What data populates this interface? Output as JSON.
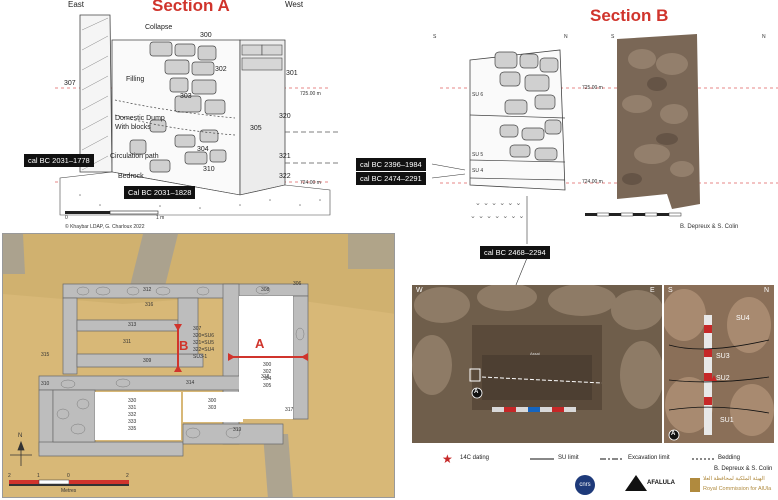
{
  "section_a": {
    "title": "Section A",
    "east": "East",
    "west": "West",
    "collapse": "Collapse",
    "filling": "Filling",
    "domestic_dump": "Domestic Dump",
    "with_blocks": "With blocks",
    "circulation_path": "Circulation path",
    "bedrock": "Bedrock",
    "units": [
      "300",
      "301",
      "302",
      "303",
      "304",
      "305",
      "307",
      "310",
      "320",
      "321",
      "322"
    ],
    "dates": [
      "cal BC 2031–1778",
      "Cal BC 2031–1828"
    ],
    "scale_0": "0",
    "scale_1": "1 m",
    "credit": "© Khaybar LDAP, G. Charloux 2022"
  },
  "section_b": {
    "title": "Section B",
    "s": "S",
    "n": "N",
    "su_labels": [
      "SU 6",
      "SU 5",
      "SU 4"
    ],
    "elev_725": "725.00 m",
    "elev_724": "724.00 m",
    "dates": [
      "cal BC 2396–1984",
      "cal BC 2474–2291",
      "cal BC 2468–2294"
    ],
    "credit": "B. Depreux & S. Colin"
  },
  "plan": {
    "labels_a": "A",
    "labels_b": "B",
    "units": [
      "312",
      "316",
      "313",
      "311",
      "309",
      "308",
      "315",
      "310",
      "314",
      "319",
      "306",
      "317",
      "318"
    ],
    "unit_group_1": [
      "307",
      "320=SU6",
      "321=SU5",
      "322=SU4",
      "SU3-1"
    ],
    "unit_group_2": [
      "300",
      "302",
      "304",
      "305"
    ],
    "unit_group_3": [
      "330",
      "331",
      "332",
      "333",
      "335"
    ],
    "unit_group_4": [
      "300",
      "303"
    ],
    "north": "N",
    "scale": [
      "2",
      "1",
      "0",
      "2"
    ],
    "scale_unit": "Metres"
  },
  "photos": {
    "w": "W",
    "e": "E",
    "s": "S",
    "n": "N",
    "su_photo": [
      "SU4",
      "SU3",
      "SU2",
      "SU1"
    ],
    "marker": "A",
    "small_label": "Assai"
  },
  "legend": {
    "dating": "14C dating",
    "su_limit": "SU limit",
    "excavation_limit": "Excavation limit",
    "bedding": "Bedding",
    "credit": "B. Depreux & S. Colin"
  },
  "logos": {
    "cnrs": "cnrs",
    "afalula": "AFALULA",
    "rcu_ar": "الهيئة الملكية لمحافظة العلا",
    "rcu": "Royal Commission for AlUla"
  },
  "colors": {
    "accent_red": "#d0342c",
    "plan_bg": "#d8b877",
    "wall": "#bdbdbd"
  }
}
